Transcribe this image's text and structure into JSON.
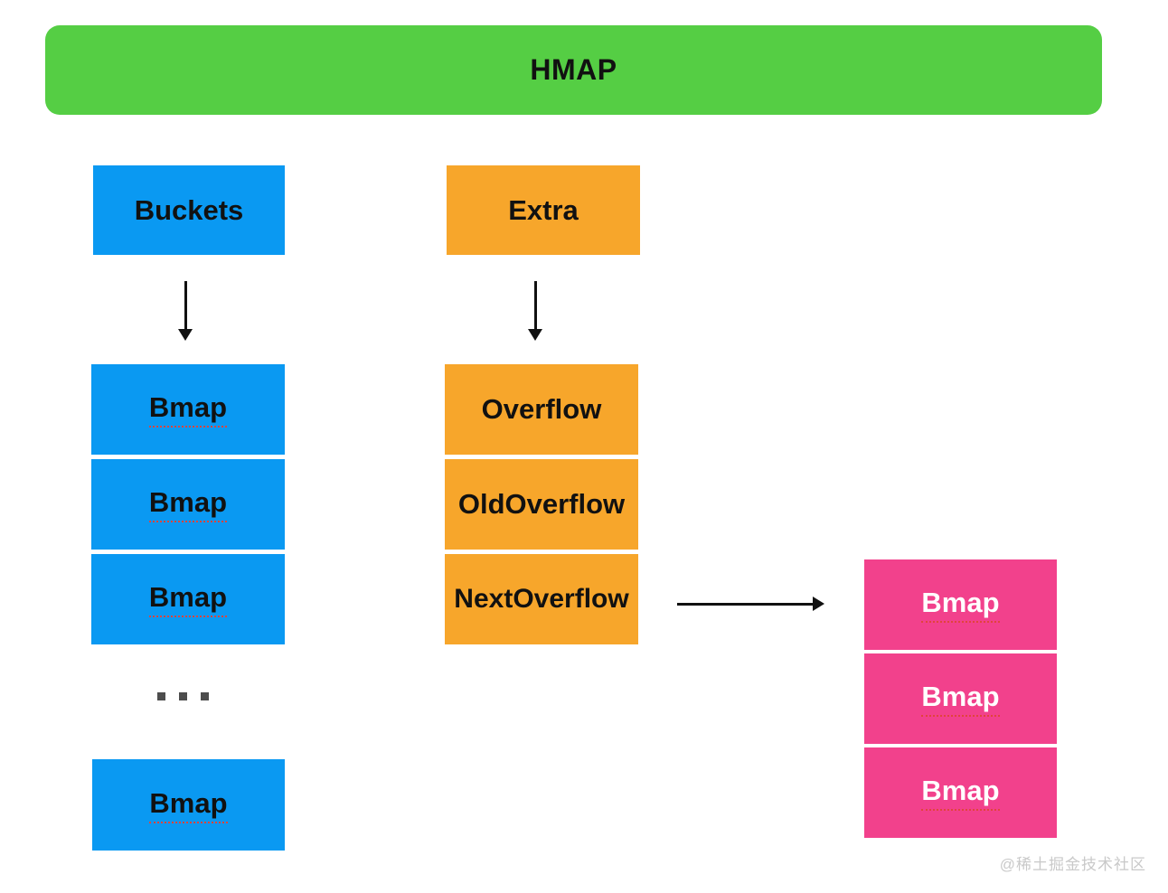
{
  "header": {
    "label": "HMAP"
  },
  "buckets": {
    "header": "Buckets",
    "rows": [
      "Bmap",
      "Bmap",
      "Bmap"
    ],
    "ellipsis": "···",
    "tail": "Bmap"
  },
  "extra": {
    "header": "Extra",
    "rows": [
      "Overflow",
      "OldOverflow",
      "NextOverflow"
    ]
  },
  "overflow_bmaps": {
    "rows": [
      "Bmap",
      "Bmap",
      "Bmap"
    ]
  },
  "watermark": {
    "text": "@稀土掘金技术社区"
  },
  "colors": {
    "header_green": "#55CE44",
    "bucket_blue": "#0A99F2",
    "extra_orange": "#F7A62B",
    "bmap_pink": "#F2418C",
    "squiggle_red": "#E1443C",
    "arrow_black": "#111111",
    "watermark_gray": "#C9C9C9"
  }
}
